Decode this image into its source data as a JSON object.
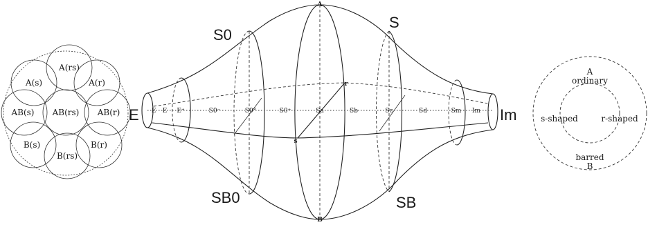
{
  "left_diagram": {
    "cells": [
      "A(rs)",
      "A(s)",
      "A(r)",
      "AB(s)",
      "AB(rs)",
      "AB(r)",
      "B(s)",
      "B(r)",
      "B(rs)"
    ]
  },
  "center_diagram": {
    "labels": {
      "E": "E",
      "S0": "S0",
      "S": "S",
      "SB0": "SB0",
      "SB": "SB",
      "Im": "Im"
    },
    "points": {
      "A": "A",
      "B": "B",
      "s": "s",
      "r": "r"
    },
    "axis_stages": [
      "E",
      "E",
      "E⁺",
      "S0⁻",
      "S0°",
      "S0⁺",
      "Sa",
      "Sb",
      "Sc",
      "Sd",
      "Sm",
      "Im"
    ]
  },
  "right_diagram": {
    "top_line1": "A",
    "top_line2": "ordinary",
    "left": "s-shaped",
    "right": "r-shaped",
    "bottom_line1": "barred",
    "bottom_line2": "B"
  }
}
